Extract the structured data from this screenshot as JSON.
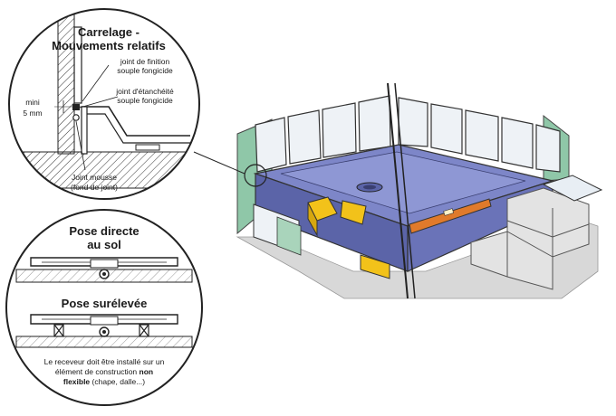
{
  "top_detail": {
    "title_line1": "Carrelage -",
    "title_line2": "Mouvements relatifs",
    "finish_joint_line1": "joint de finition",
    "finish_joint_line2": "souple fongicide",
    "seal_joint_line1": "joint d'étanchéité",
    "seal_joint_line2": "souple fongicide",
    "min_line1": "mini",
    "min_line2": "5 mm",
    "foam_joint_line1": "Joint mousse",
    "foam_joint_line2": "(fond de joint)"
  },
  "bottom_detail": {
    "direct_line1": "Pose directe",
    "direct_line2": "au sol",
    "raised": "Pose surélevée",
    "note_line1": "Le receveur doit être installé sur un",
    "note_line2_a": "élément de construction ",
    "note_line2_b": "non",
    "note_line3_a": "flexible",
    "note_line3_b": " (chape, dalle...)"
  },
  "colors": {
    "tray_blue": "#7d86c8",
    "tray_blue_dark": "#5b64a8",
    "tile_green": "#8fc7a8",
    "tile_light": "#eef2f6",
    "level_orange": "#e07a2b",
    "wedge_yellow": "#f2c21a",
    "grey_block": "#d9d9d9"
  }
}
